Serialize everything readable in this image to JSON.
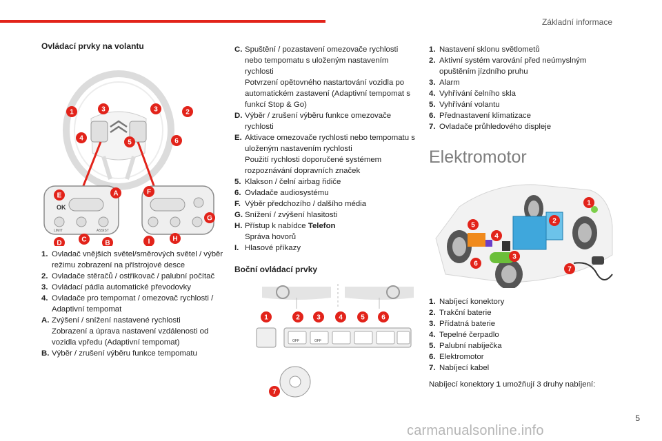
{
  "header": {
    "title": "Základní informace"
  },
  "col1": {
    "section_title": "Ovládací prvky na volantu",
    "items": [
      {
        "key": "1.",
        "text": "Ovladač vnějších světel/směrových světel / výběr režimu zobrazení na přístrojové desce"
      },
      {
        "key": "2.",
        "text": "Ovladače stěračů / ostřikovač / palubní počítač"
      },
      {
        "key": "3.",
        "text": "Ovládací pádla automatické převodovky"
      },
      {
        "key": "4.",
        "text": "Ovladače pro tempomat / omezovač rychlosti / Adaptivní tempomat"
      },
      {
        "key": "A.",
        "text": "Zvýšení / snížení nastavené rychlosti",
        "sub": "Zobrazení a úprava nastavení vzdálenosti od vozidla vpředu (Adaptivní tempomat)"
      },
      {
        "key": "B.",
        "text": "Výběr / zrušení výběru funkce tempomatu"
      }
    ]
  },
  "col2": {
    "items": [
      {
        "key": "C.",
        "text": "Spuštění / pozastavení omezovače rychlosti nebo tempomatu s uloženým nastavením rychlosti",
        "sub": "Potvrzení opětovného nastartování vozidla po automatickém zastavení (Adaptivní tempomat s funkcí Stop & Go)"
      },
      {
        "key": "D.",
        "text": "Výběr / zrušení výběru funkce omezovače rychlosti"
      },
      {
        "key": "E.",
        "text": "Aktivace omezovače rychlosti nebo tempomatu s uloženým nastavením rychlosti",
        "sub": "Použití rychlosti doporučené systémem rozpoznávání dopravních značek"
      },
      {
        "key": "5.",
        "text": "Klakson / čelní airbag řidiče"
      },
      {
        "key": "6.",
        "text": "Ovladače audiosystému"
      },
      {
        "key": "F.",
        "text": "Výběr předchozího / dalšího média"
      },
      {
        "key": "G.",
        "text": "Snížení / zvýšení hlasitosti"
      },
      {
        "key": "H.",
        "text": "Přístup k nabídce",
        "bold": "Telefon",
        "sub": "Správa hovorů"
      },
      {
        "key": "I.",
        "text": "Hlasové příkazy"
      }
    ],
    "section_title": "Boční ovládací prvky"
  },
  "col3": {
    "items": [
      {
        "key": "1.",
        "text": "Nastavení sklonu světlometů"
      },
      {
        "key": "2.",
        "text": "Aktivní systém varování před neúmyslným opuštěním jízdního pruhu"
      },
      {
        "key": "3.",
        "text": "Alarm"
      },
      {
        "key": "4.",
        "text": "Vyhřívání čelního skla"
      },
      {
        "key": "5.",
        "text": "Vyhřívání volantu"
      },
      {
        "key": "6.",
        "text": "Přednastavení klimatizace"
      },
      {
        "key": "7.",
        "text": "Ovladače průhledového displeje"
      }
    ],
    "big_title": "Elektromotor",
    "motor_items": [
      {
        "key": "1.",
        "text": "Nabíjecí konektory"
      },
      {
        "key": "2.",
        "text": "Trakční baterie"
      },
      {
        "key": "3.",
        "text": "Přídatná baterie"
      },
      {
        "key": "4.",
        "text": "Tepelné čerpadlo"
      },
      {
        "key": "5.",
        "text": "Palubní nabíječka"
      },
      {
        "key": "6.",
        "text": "Elektromotor"
      },
      {
        "key": "7.",
        "text": "Nabíjecí kabel"
      }
    ],
    "note": {
      "before": "Nabíjecí konektory ",
      "bold": "1",
      "after": " umožňují 3 druhy nabíjení:"
    }
  },
  "figures": {
    "wheel_badges": [
      "1",
      "3",
      "3",
      "2",
      "4",
      "5",
      "6"
    ],
    "pad_badges": [
      "E",
      "A",
      "D",
      "C",
      "B",
      "F",
      "G",
      "I",
      "H"
    ],
    "pad_left_labels": [
      "OK",
      "LIMIT",
      "ASSIST"
    ],
    "side_badges": [
      "1",
      "2",
      "3",
      "4",
      "5",
      "6",
      "7"
    ],
    "side_labels": [
      "OFF",
      "OFF"
    ],
    "motor_badges": [
      "1",
      "2",
      "3",
      "4",
      "5",
      "6",
      "7"
    ]
  },
  "colors": {
    "accent": "#e2231a",
    "title_gray": "#7d7d7d"
  },
  "page": {
    "number": "5"
  },
  "watermark": "carmanualsonline.info"
}
